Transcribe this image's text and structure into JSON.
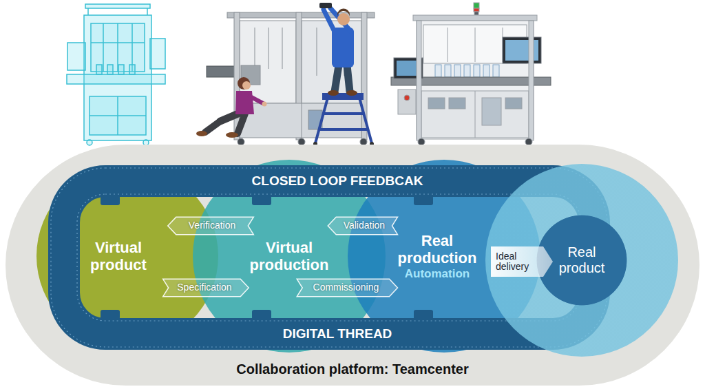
{
  "diagram": {
    "nodes": [
      {
        "text": [
          "Collaboration platform: Teamcenter"
        ]
      },
      {
        "text": [
          "CLOSED LOOP FEEDBCAK",
          "DIGITAL THREAD"
        ],
        "in": 0
      },
      {
        "text": [
          "Virtual product"
        ],
        "in": 0
      },
      {
        "text": [
          "Virtual production"
        ],
        "in": 0
      },
      {
        "text": [
          "Real production",
          "Automation"
        ],
        "in": 0
      },
      {
        "text": [
          "Real product"
        ],
        "in": 0
      }
    ],
    "edges": [
      {
        "from": 3,
        "to": 2,
        "label": "Verification",
        "arrow": "to"
      },
      {
        "from": 2,
        "to": 3,
        "label": "Specification",
        "arrow": "to"
      },
      {
        "from": 4,
        "to": 3,
        "label": "Validation",
        "arrow": "to"
      },
      {
        "from": 3,
        "to": 4,
        "label": "Commissioning",
        "arrow": "to"
      },
      {
        "from": 4,
        "to": 5,
        "label": "Ideal delivery",
        "arrow": "to"
      }
    ]
  }
}
